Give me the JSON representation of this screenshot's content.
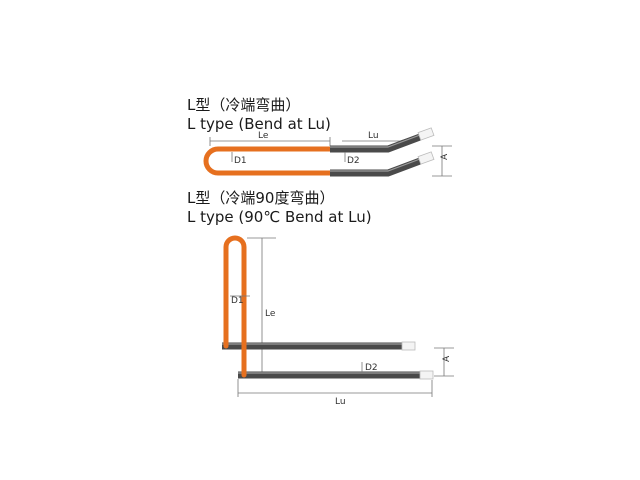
{
  "top_diagram": {
    "title_zh": "L型（冷端弯曲）",
    "title_en": "L type (Bend at Lu)",
    "labels": {
      "le": "Le",
      "lu": "Lu",
      "d1": "D1",
      "d2": "D2",
      "a": "A"
    }
  },
  "bottom_diagram": {
    "title_zh": "L型（冷端90度弯曲）",
    "title_en": "L type (90℃ Bend at Lu)",
    "labels": {
      "le": "Le",
      "lu": "Lu",
      "d1": "D1",
      "d2": "D2",
      "a": "A"
    }
  },
  "colors": {
    "hot_zone": "#e6701f",
    "cold_end": "#4a4a4a",
    "terminal": "#f4f4f4"
  }
}
